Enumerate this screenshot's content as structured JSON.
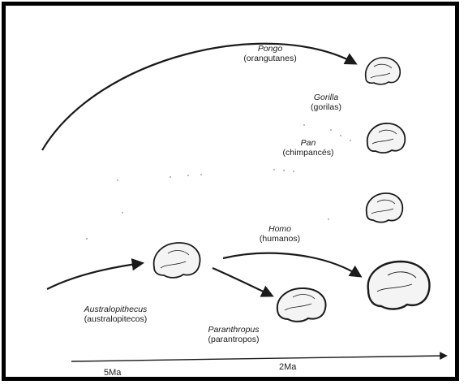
{
  "taxa": {
    "pongo": {
      "scientific": "Pongo",
      "common": "(orangutanes)"
    },
    "gorilla": {
      "scientific": "Gorilla",
      "common": "(gorilas)"
    },
    "pan": {
      "scientific": "Pan",
      "common": "(chimpancés)"
    },
    "homo": {
      "scientific": "Homo",
      "common": "(humanos)"
    },
    "australopithecus": {
      "scientific": "Australopithecus",
      "common": "(australopitecos)"
    },
    "paranthropus": {
      "scientific": "Paranthropus",
      "common": "(parantropos)"
    }
  },
  "time_axis": {
    "label_left": "5Ma",
    "label_right": "2Ma"
  },
  "colors": {
    "ink": "#1a1a1a",
    "skull_fill": "#f4f4f4",
    "frame": "#000000"
  }
}
